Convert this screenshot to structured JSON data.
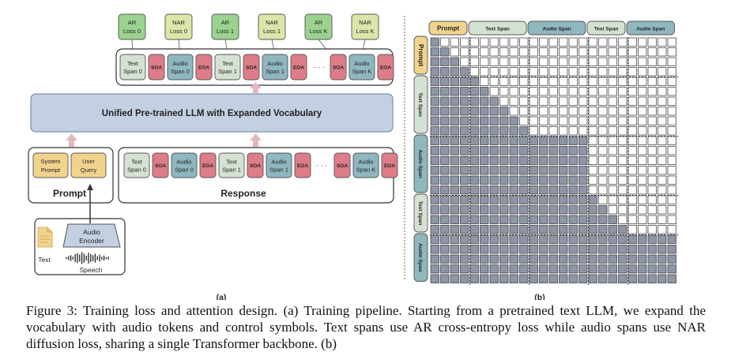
{
  "panel_a": {
    "losses": [
      {
        "line1": "AR",
        "line2": "Loss 0",
        "kind": "ar"
      },
      {
        "line1": "NAR",
        "line2": "Loss 0",
        "kind": "nar"
      },
      {
        "line1": "AR",
        "line2": "Loss 1",
        "kind": "ar"
      },
      {
        "line1": "NAR",
        "line2": "Loss 1",
        "kind": "nar"
      },
      {
        "line1": "AR",
        "line2": "Loss K",
        "kind": "ar"
      },
      {
        "line1": "NAR",
        "line2": "Loss K",
        "kind": "nar"
      }
    ],
    "top_tokens": [
      {
        "line1": "Text",
        "line2": "Span 0",
        "kind": "text"
      },
      {
        "line1": "SOA",
        "line2": "",
        "kind": "ctrl"
      },
      {
        "line1": "Audio",
        "line2": "Span 0",
        "kind": "audio"
      },
      {
        "line1": "EOA",
        "line2": "",
        "kind": "ctrl"
      },
      {
        "line1": "Text",
        "line2": "Span 1",
        "kind": "text"
      },
      {
        "line1": "SOA",
        "line2": "",
        "kind": "ctrl"
      },
      {
        "line1": "Audio",
        "line2": "Span 1",
        "kind": "audio"
      },
      {
        "line1": "EOA",
        "line2": "",
        "kind": "ctrl"
      },
      {
        "line1": "SOA",
        "line2": "",
        "kind": "ctrl"
      },
      {
        "line1": "Audio",
        "line2": "Span K",
        "kind": "audio"
      },
      {
        "line1": "EOA",
        "line2": "",
        "kind": "ctrl"
      }
    ],
    "ellipsis": "· · ·",
    "llm_label": "Unified Pre-trained LLM with Expanded Vocabulary",
    "prompt_boxes": [
      {
        "line1": "System",
        "line2": "Prompt"
      },
      {
        "line1": "User",
        "line2": "Query"
      }
    ],
    "prompt_label": "Prompt",
    "response_tokens": [
      {
        "line1": "Text",
        "line2": "Span 0",
        "kind": "text"
      },
      {
        "line1": "SOA",
        "line2": "",
        "kind": "ctrl"
      },
      {
        "line1": "Audio",
        "line2": "Span 0",
        "kind": "audio"
      },
      {
        "line1": "EOA",
        "line2": "",
        "kind": "ctrl"
      },
      {
        "line1": "Text",
        "line2": "Span 1",
        "kind": "text"
      },
      {
        "line1": "SOA",
        "line2": "",
        "kind": "ctrl"
      },
      {
        "line1": "Audio",
        "line2": "Span 1",
        "kind": "audio"
      },
      {
        "line1": "EOA",
        "line2": "",
        "kind": "ctrl"
      },
      {
        "line1": "SOA",
        "line2": "",
        "kind": "ctrl"
      },
      {
        "line1": "Audio",
        "line2": "Span K",
        "kind": "audio"
      },
      {
        "line1": "EOA",
        "line2": "",
        "kind": "ctrl"
      }
    ],
    "response_label": "Response",
    "encoder": {
      "line1": "Audio",
      "line2": "Encoder"
    },
    "text_label": "Text",
    "speech_label": "Speech",
    "sublabel": "(a)"
  },
  "panel_b": {
    "col_headers": [
      "Prompt",
      "Text Span",
      "Audio Span",
      "Text Span",
      "Audio Span"
    ],
    "row_headers": [
      "Prompt",
      "Text Span",
      "Audio Span",
      "Text Span",
      "Audio Span"
    ],
    "sublabel": "(b)"
  },
  "colors": {
    "text_token": "#d5e2d3",
    "audio_token": "#8fb7bf",
    "ctrl_token": "#de7d87",
    "ar_loss": "#9bd28f",
    "nar_loss": "#dbe6a9",
    "prompt_box": "#f1d38d",
    "llm": "#c3d0e2",
    "arrow": "#e3b8bc",
    "filled_cell": "#8d95a6"
  },
  "caption": "Figure 3: Training loss and attention design. (a) Training pipeline. Starting from a pretrained text LLM, we expand the vocabulary with audio tokens and control symbols. Text spans use AR cross-entropy loss while audio spans use NAR diffusion loss, sharing a single Transformer backbone. (b)"
}
